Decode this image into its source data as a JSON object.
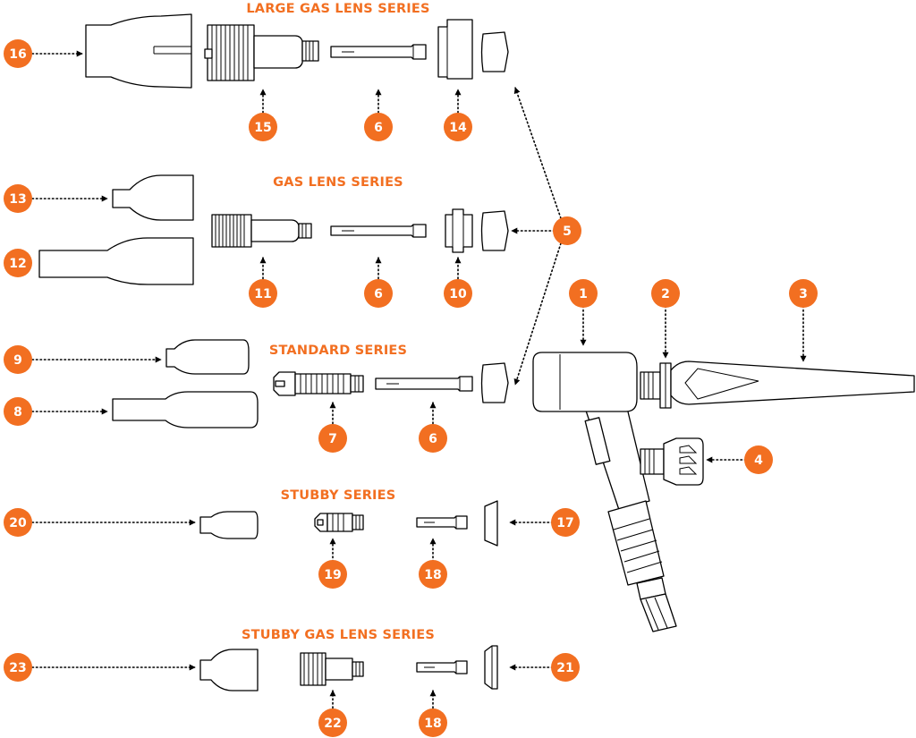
{
  "series": [
    {
      "id": "large-gas-lens",
      "title": "LARGE GAS LENS SERIES"
    },
    {
      "id": "gas-lens",
      "title": "GAS LENS SERIES"
    },
    {
      "id": "standard",
      "title": "STANDARD SERIES"
    },
    {
      "id": "stubby",
      "title": "STUBBY SERIES"
    },
    {
      "id": "stubby-gas-lens",
      "title": "STUBBY GAS LENS SERIES"
    }
  ],
  "callouts": {
    "c1": "1",
    "c2": "2",
    "c3": "3",
    "c4": "4",
    "c5": "5",
    "c6a": "6",
    "c6b": "6",
    "c6c": "6",
    "c7": "7",
    "c8": "8",
    "c9": "9",
    "c10": "10",
    "c11": "11",
    "c12": "12",
    "c13": "13",
    "c14": "14",
    "c15": "15",
    "c16": "16",
    "c17": "17",
    "c18a": "18",
    "c18b": "18",
    "c19": "19",
    "c20": "20",
    "c21": "21",
    "c22": "22",
    "c23": "23"
  },
  "colors": {
    "accent": "#f26f21",
    "line": "#000000",
    "background": "#ffffff"
  }
}
